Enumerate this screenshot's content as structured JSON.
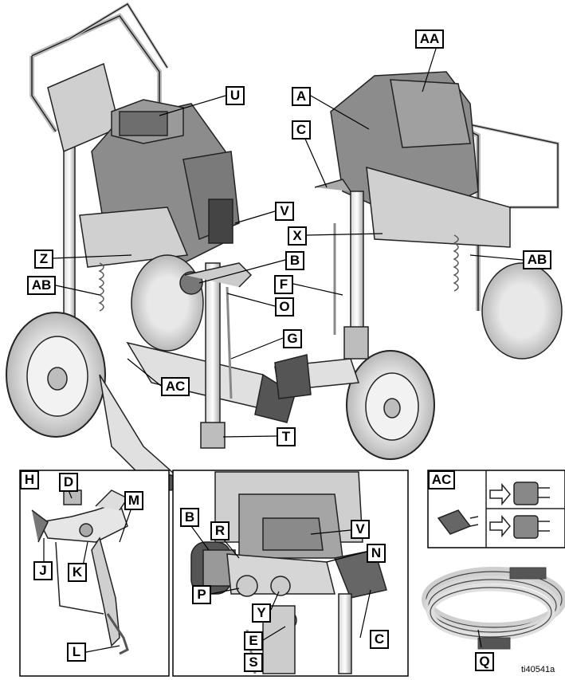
{
  "callouts": {
    "U": "U",
    "AA": "AA",
    "A": "A",
    "C": "C",
    "V": "V",
    "X": "X",
    "Z": "Z",
    "B": "B",
    "AB_left": "AB",
    "AB_right": "AB",
    "O": "O",
    "F": "F",
    "G": "G",
    "AC": "AC",
    "T": "T"
  },
  "inset_h": {
    "title": "H",
    "D": "D",
    "M": "M",
    "J": "J",
    "K": "K",
    "L": "L"
  },
  "inset_valve": {
    "B": "B",
    "R": "R",
    "V": "V",
    "N": "N",
    "P": "P",
    "Y": "Y",
    "C": "C",
    "E": "E",
    "S": "S"
  },
  "inset_ac": {
    "title": "AC"
  },
  "hose": {
    "Q": "Q"
  },
  "figure_ref": "ti40541a"
}
